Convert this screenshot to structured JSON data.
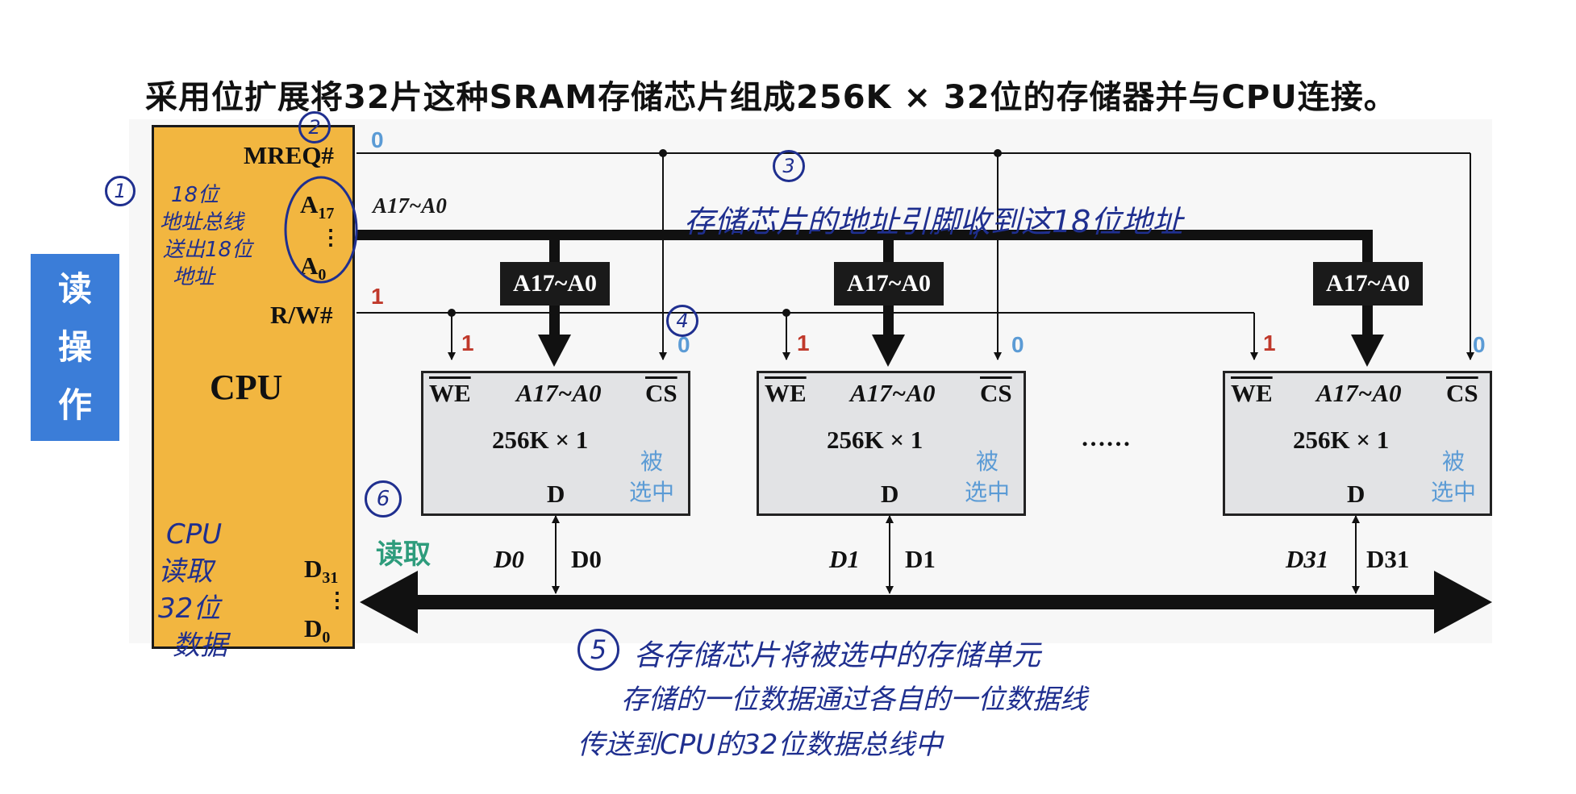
{
  "title": "采用位扩展将32片这种SRAM存储芯片组成256K × 32位的存储器并与CPU连接。",
  "side_tab": [
    "读",
    "操",
    "作"
  ],
  "cpu": {
    "label": "CPU",
    "mreq": "MREQ#",
    "a17": "A",
    "a17_sub": "17",
    "a0": "A",
    "a0_sub": "0",
    "dots": "⋮",
    "rw": "R/W#",
    "d31": "D",
    "d31_sub": "31",
    "d0": "D",
    "d0_sub": "0"
  },
  "signals": {
    "mreq_value": "0",
    "rw_value": "1",
    "addr_bus": "A17~A0",
    "read_label": "读取"
  },
  "addr_boxes": [
    "A17~A0",
    "A17~A0",
    "A17~A0"
  ],
  "chips": [
    {
      "we": "WE",
      "addr": "A17~A0",
      "cs": "CS",
      "size": "256K × 1",
      "d": "D",
      "selected": "被\n选中",
      "we_val": "1",
      "cs_val": "0",
      "data_left": "D0",
      "data_right": "D0"
    },
    {
      "we": "WE",
      "addr": "A17~A0",
      "cs": "CS",
      "size": "256K × 1",
      "d": "D",
      "selected": "被\n选中",
      "we_val": "1",
      "cs_val": "0",
      "data_left": "D1",
      "data_right": "D1"
    },
    {
      "we": "WE",
      "addr": "A17~A0",
      "cs": "CS",
      "size": "256K × 1",
      "d": "D",
      "selected": "被\n选中",
      "we_val": "1",
      "cs_val": "0",
      "data_left": "D31",
      "data_right": "D31"
    }
  ],
  "ellipsis": "……",
  "annotations": {
    "n1": "1",
    "n2": "2",
    "n3": "3",
    "n4": "4",
    "n5": "5",
    "n6": "6",
    "addr_note": [
      "18位",
      "地址总线",
      "送出18位",
      "地址"
    ],
    "chip_note": "存储芯片的地址引脚收到这18位地址",
    "cpu_note": [
      "CPU",
      "读取",
      "32位",
      "数据"
    ],
    "bottom_note": [
      "各存储芯片将被选中的存储单元",
      "存储的一位数据通过各自的一位数据线",
      "传送到CPU的32位数据总线中"
    ]
  },
  "colors": {
    "cpu_fill": "#f2b640",
    "chip_fill": "#e2e3e5",
    "side_tab": "#3b7dd8",
    "value_zero": "#5b9bd5",
    "value_one": "#c0392b",
    "handwriting": "#1f2f8f",
    "read_label": "#2e9c7c"
  }
}
